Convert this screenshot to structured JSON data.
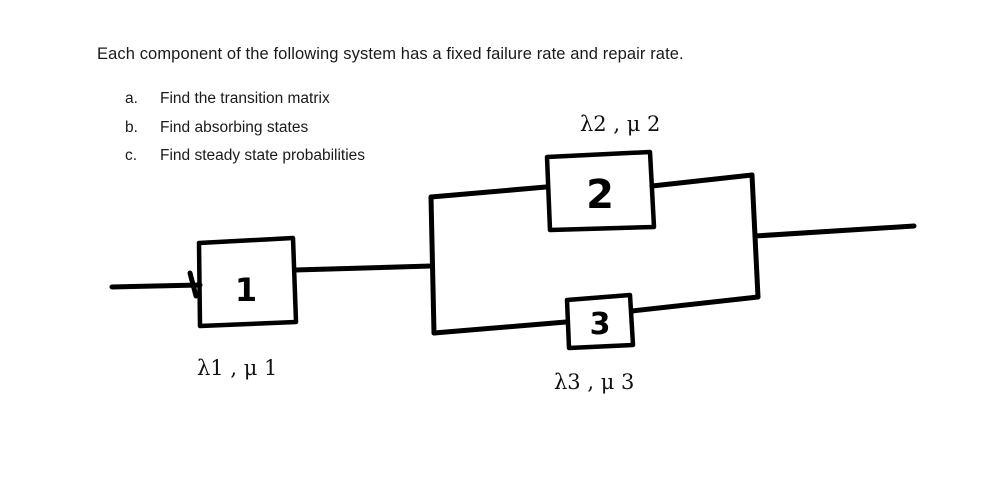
{
  "question": "Each component of the following system has a fixed failure rate and repair rate.",
  "tasks": [
    {
      "letter": "a.",
      "text": "Find the transition matrix"
    },
    {
      "letter": "b.",
      "text": "Find absorbing states"
    },
    {
      "letter": "c.",
      "text": "Find steady state probabilities"
    }
  ],
  "components": [
    {
      "number": "1",
      "rate_label": "λ1 , μ 1"
    },
    {
      "number": "2",
      "rate_label": "λ2 , μ 2"
    },
    {
      "number": "3",
      "rate_label": "λ3 , μ 3"
    }
  ]
}
